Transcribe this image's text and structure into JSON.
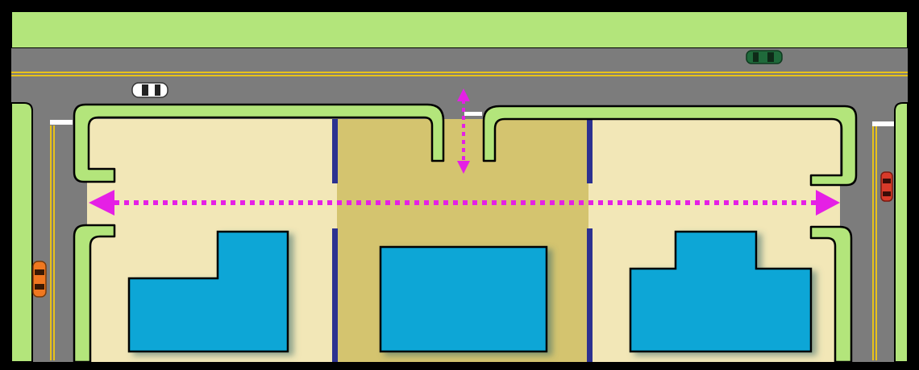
{
  "diagram": {
    "kind": "site-access-plan",
    "colors": {
      "frame": "#000000",
      "grass": "#b3e57b",
      "road": "#7c7c7c",
      "center_line": "#e8c21a",
      "stop_bar": "#ffffff",
      "lot_light": "#f2e7b7",
      "lot_shared": "#d4c46f",
      "building": "#08a6d6",
      "property_line": "#2c3190",
      "arrow": "#e520e5",
      "car_white": "#ffffff",
      "car_green": "#1f6a3b",
      "car_red": "#d83a2a",
      "car_orange": "#f07820"
    },
    "parcels": [
      {
        "name": "west-parcel",
        "building_shape": "L-shape"
      },
      {
        "name": "center-parcel",
        "building_shape": "rectangle",
        "shared_access": true
      },
      {
        "name": "east-parcel",
        "building_shape": "stepped"
      }
    ],
    "arrows": [
      {
        "name": "cross-access",
        "orientation": "horizontal",
        "style": "dotted",
        "bidirectional": true
      },
      {
        "name": "driveway-access",
        "orientation": "vertical",
        "style": "dotted",
        "bidirectional": true
      }
    ],
    "vehicles": [
      {
        "name": "white-car",
        "color": "white",
        "heading": "east"
      },
      {
        "name": "green-car",
        "color": "green",
        "heading": "west"
      },
      {
        "name": "red-car",
        "color": "red",
        "heading": "south"
      },
      {
        "name": "orange-car",
        "color": "orange",
        "heading": "north"
      }
    ]
  }
}
